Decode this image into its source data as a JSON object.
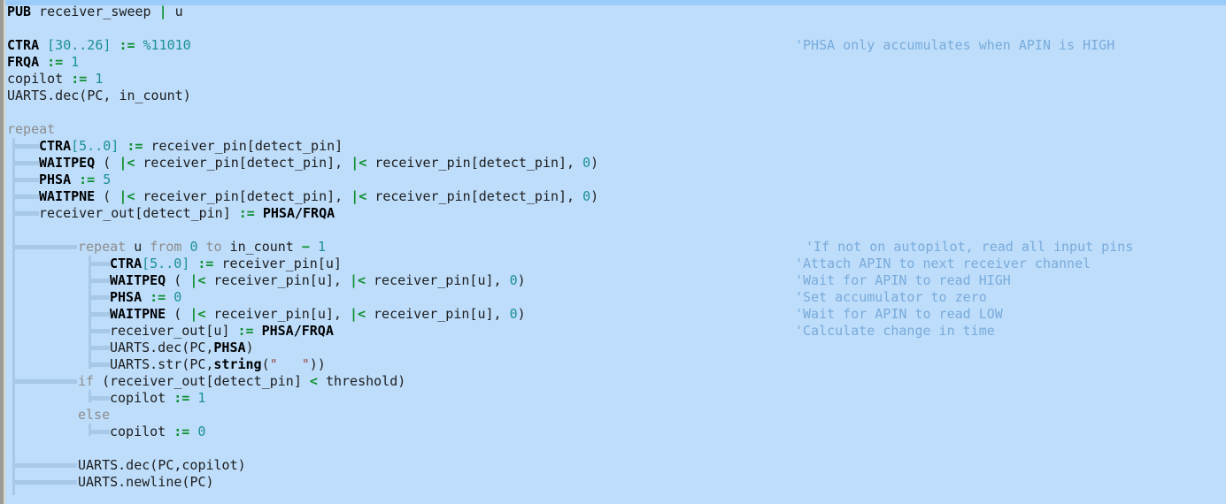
{
  "editor": {
    "app": "Propeller Spin code editor",
    "language": "Spin",
    "background_color": "#bdddfb",
    "comment_color": "#7aabda",
    "operator_color": "#0f8f2f",
    "number_color": "#1a8f95",
    "keyword_color": "#8d8d8d",
    "guide_color": "#a8c8e8",
    "gutter_color": "#9b9b93"
  },
  "method": {
    "keyword": "PUB",
    "name": "receiver_sweep",
    "separator": "|",
    "local_vars": "u"
  },
  "code_lines": [
    {
      "n": 1,
      "indent": 0,
      "text": "PUB receiver_sweep | u"
    },
    {
      "n": 2,
      "indent": 0,
      "text": ""
    },
    {
      "n": 3,
      "indent": 0,
      "text": "CTRA [30..26] := %11010"
    },
    {
      "n": 4,
      "indent": 0,
      "text": "FRQA := 1"
    },
    {
      "n": 5,
      "indent": 0,
      "text": "copilot := 1"
    },
    {
      "n": 6,
      "indent": 0,
      "text": "UARTS.dec(PC, in_count)"
    },
    {
      "n": 7,
      "indent": 0,
      "text": ""
    },
    {
      "n": 8,
      "indent": 0,
      "text": "repeat"
    },
    {
      "n": 9,
      "indent": 1,
      "text": "CTRA[5..0] := receiver_pin[detect_pin]"
    },
    {
      "n": 10,
      "indent": 1,
      "text": "WAITPEQ ( |< receiver_pin[detect_pin], |< receiver_pin[detect_pin], 0)"
    },
    {
      "n": 11,
      "indent": 1,
      "text": "PHSA := 5"
    },
    {
      "n": 12,
      "indent": 1,
      "text": "WAITPNE ( |< receiver_pin[detect_pin], |< receiver_pin[detect_pin], 0)"
    },
    {
      "n": 13,
      "indent": 1,
      "text": "receiver_out[detect_pin] := PHSA/FRQA"
    },
    {
      "n": 14,
      "indent": 1,
      "text": ""
    },
    {
      "n": 15,
      "indent": 2,
      "text": "repeat u from 0 to in_count - 1"
    },
    {
      "n": 16,
      "indent": 3,
      "text": "CTRA[5..0] := receiver_pin[u]"
    },
    {
      "n": 17,
      "indent": 3,
      "text": "WAITPEQ ( |< receiver_pin[u], |< receiver_pin[u], 0)"
    },
    {
      "n": 18,
      "indent": 3,
      "text": "PHSA := 0"
    },
    {
      "n": 19,
      "indent": 3,
      "text": "WAITPNE ( |< receiver_pin[u], |< receiver_pin[u], 0)"
    },
    {
      "n": 20,
      "indent": 3,
      "text": "receiver_out[u] := PHSA/FRQA"
    },
    {
      "n": 21,
      "indent": 3,
      "text": "UARTS.dec(PC,PHSA)"
    },
    {
      "n": 22,
      "indent": 3,
      "text": "UARTS.str(PC,string(\"   \"))"
    },
    {
      "n": 23,
      "indent": 2,
      "text": "if (receiver_out[detect_pin] < threshold)"
    },
    {
      "n": 24,
      "indent": 3,
      "text": "copilot := 1"
    },
    {
      "n": 25,
      "indent": 2,
      "text": "else"
    },
    {
      "n": 26,
      "indent": 3,
      "text": "copilot := 0"
    },
    {
      "n": 27,
      "indent": 0,
      "text": ""
    },
    {
      "n": 28,
      "indent": 2,
      "text": "UARTS.dec(PC,copilot)"
    },
    {
      "n": 29,
      "indent": 2,
      "text": "UARTS.newline(PC)"
    }
  ],
  "comments": [
    {
      "id": "c1",
      "text": "'PHSA only accumulates when APIN is HIGH"
    },
    {
      "id": "c2",
      "text": "'If not on autopilot, read all input pins"
    },
    {
      "id": "c3",
      "text": "'Attach APIN to next receiver channel"
    },
    {
      "id": "c4",
      "text": "'Wait for APIN to read HIGH"
    },
    {
      "id": "c5",
      "text": "'Set accumulator to zero"
    },
    {
      "id": "c6",
      "text": "'Wait for APIN to read LOW"
    },
    {
      "id": "c7",
      "text": "'Calculate change in time"
    }
  ],
  "tokens": {
    "pub": "PUB",
    "method_name": "receiver_sweep",
    "pipe": "|",
    "var_u": "u",
    "ctra": "CTRA",
    "frqa": "FRQA",
    "phsa": "PHSA",
    "waitpeq": "WAITPEQ",
    "waitpne": "WAITPNE",
    "copilot": "copilot",
    "uarts": "UARTS",
    "dec": ".dec",
    "str": ".str",
    "newline": ".newline",
    "pc": "PC",
    "in_count": "in_count",
    "repeat": "repeat",
    "from": "from",
    "to": "to",
    "if": "if",
    "else": "else",
    "string_kw": "string",
    "assign": ":=",
    "decode": "|<",
    "less": "<",
    "detect_pin": "detect_pin",
    "receiver_pin": "receiver_pin",
    "receiver_out": "receiver_out",
    "threshold": "threshold",
    "bits_30_26": "[30..26]",
    "bits_5_0": "[5..0]",
    "bin_11010": "%11010",
    "num_0": "0",
    "num_1": "1",
    "num_5": "5",
    "phsa_frqa": "PHSA/FRQA",
    "quoted_spaces": "\"   \""
  }
}
